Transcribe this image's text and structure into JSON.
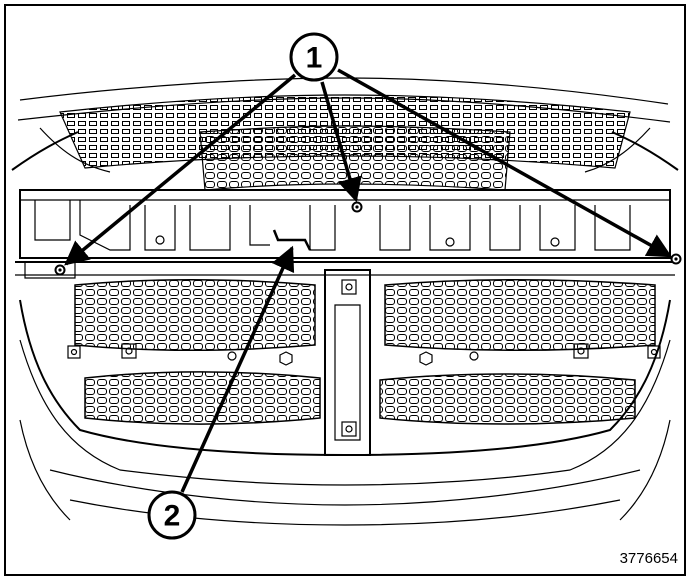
{
  "figure": {
    "id": "3776654",
    "callouts": [
      {
        "number": "1",
        "label": ""
      },
      {
        "number": "2",
        "label": ""
      }
    ]
  },
  "colors": {
    "line": "#000000",
    "background": "#ffffff"
  }
}
